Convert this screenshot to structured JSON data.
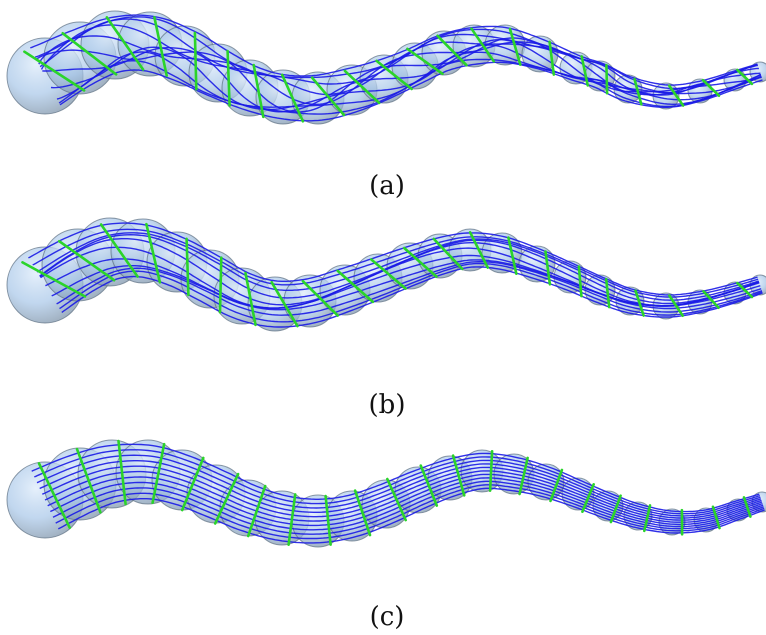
{
  "panels": [
    {
      "id": "a",
      "caption": "(a)"
    },
    {
      "id": "b",
      "caption": "(b)"
    },
    {
      "id": "c",
      "caption": "(c)"
    }
  ],
  "colors": {
    "sphere_fill": "#9cc0e6",
    "sphere_stroke": "#5d6f82",
    "curve": "#1a1ae6",
    "rib": "#2ad42a",
    "background": "#ffffff"
  }
}
